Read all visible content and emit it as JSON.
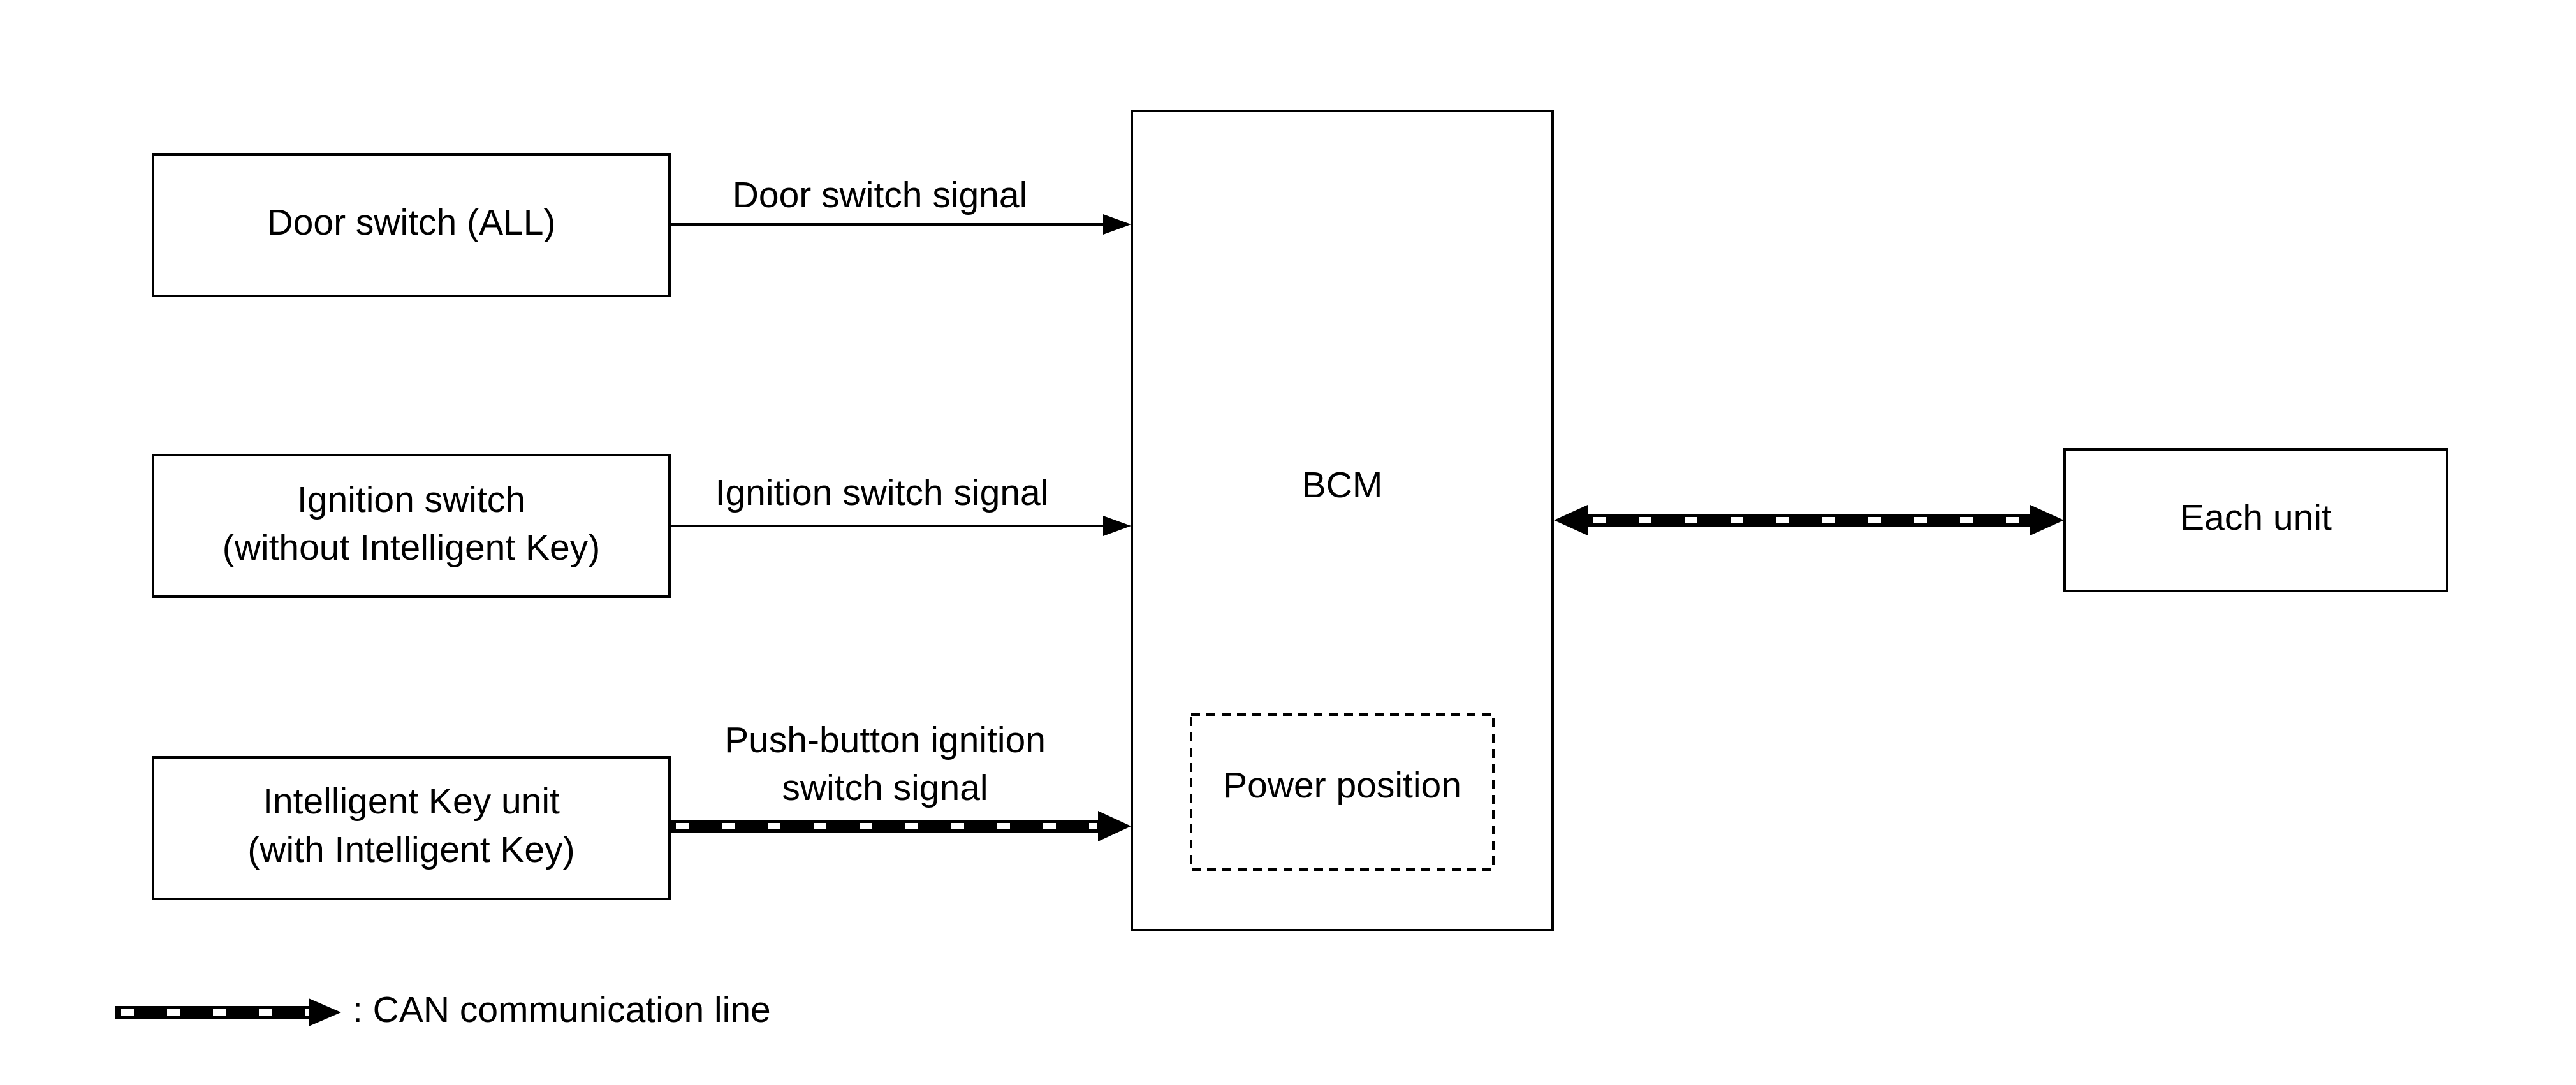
{
  "nodes": {
    "door_switch": {
      "label": "Door switch (ALL)"
    },
    "ignition_switch": {
      "label_line1": "Ignition switch",
      "label_line2": "(without Intelligent Key)"
    },
    "intelligent_key_unit": {
      "label_line1": "Intelligent Key unit",
      "label_line2": "(with Intelligent Key)"
    },
    "bcm": {
      "label": "BCM"
    },
    "power_position": {
      "label": "Power position"
    },
    "each_unit": {
      "label": "Each unit"
    }
  },
  "edges": {
    "door_switch_signal": {
      "label": "Door switch signal"
    },
    "ignition_switch_signal": {
      "label": "Ignition switch signal"
    },
    "push_button_signal": {
      "label_line1": "Push-button ignition",
      "label_line2": "switch signal"
    }
  },
  "legend": {
    "can_line": {
      "label": ": CAN communication line"
    }
  }
}
